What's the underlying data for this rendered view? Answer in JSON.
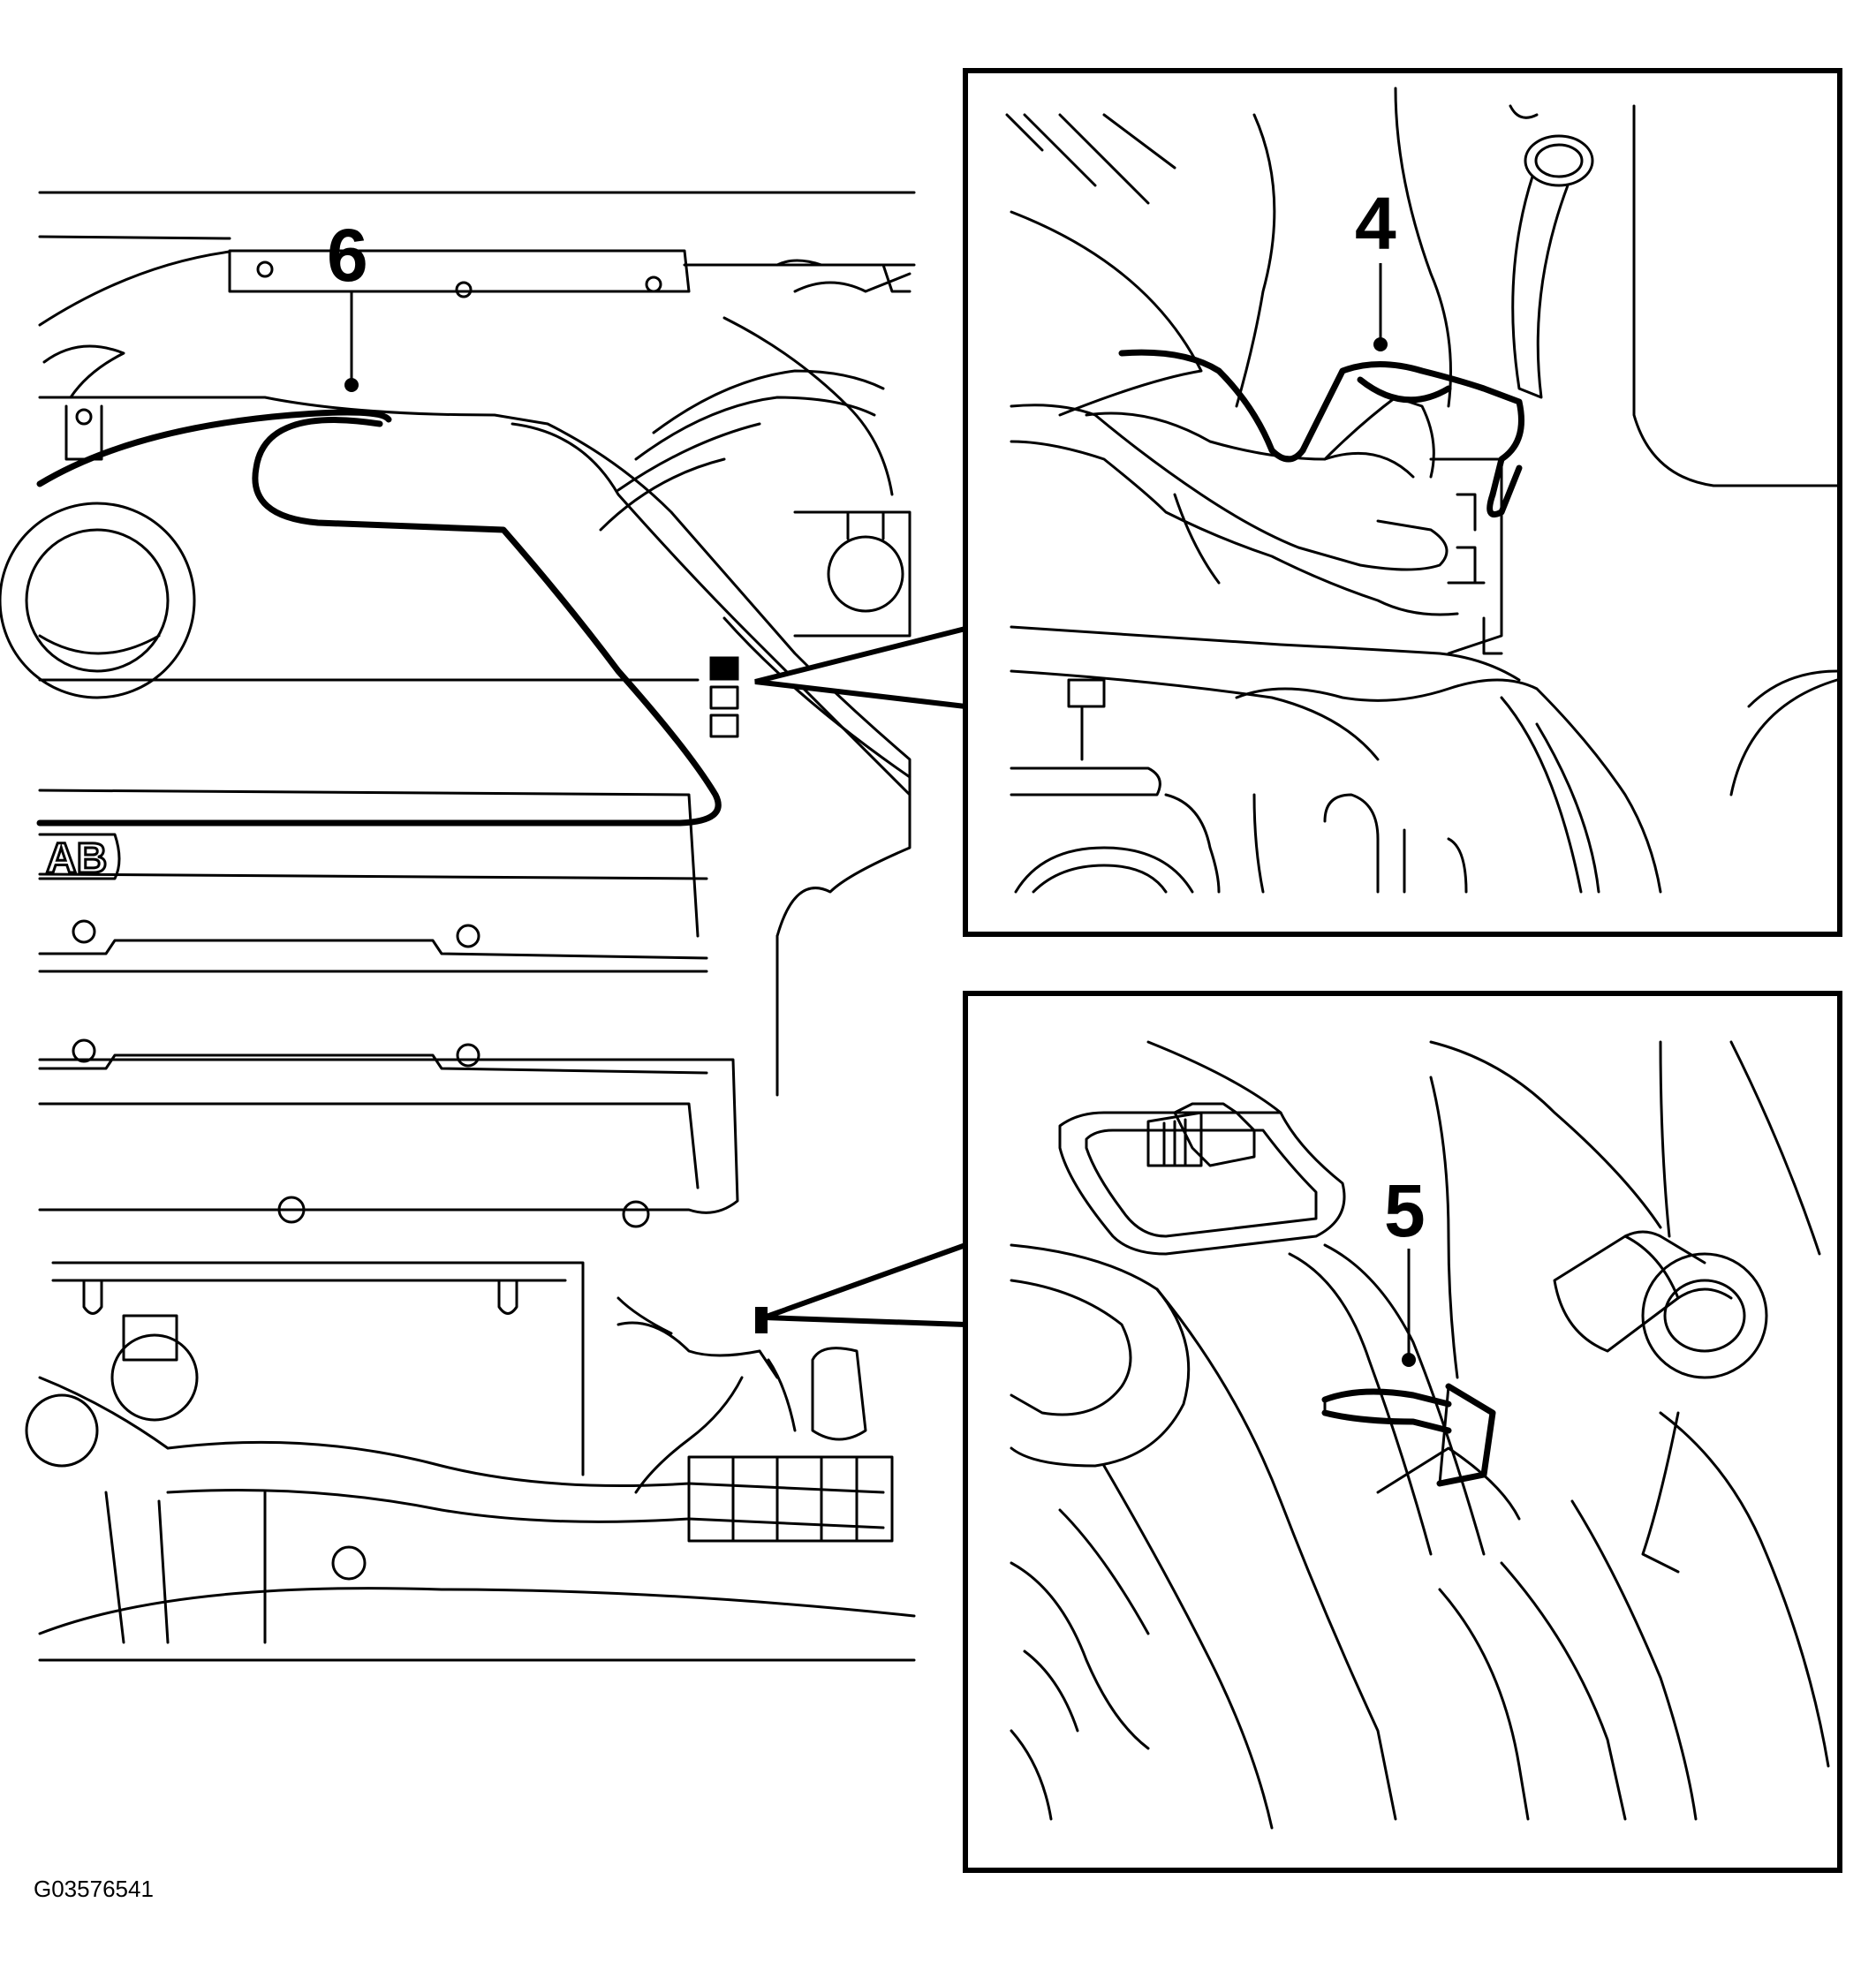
{
  "callouts": {
    "c4": "4",
    "c5": "5",
    "c6": "6"
  },
  "main_view": {
    "badge_text": "AB"
  },
  "figure_id": "G03576541",
  "colors": {
    "line": "#000000",
    "background": "#ffffff"
  }
}
